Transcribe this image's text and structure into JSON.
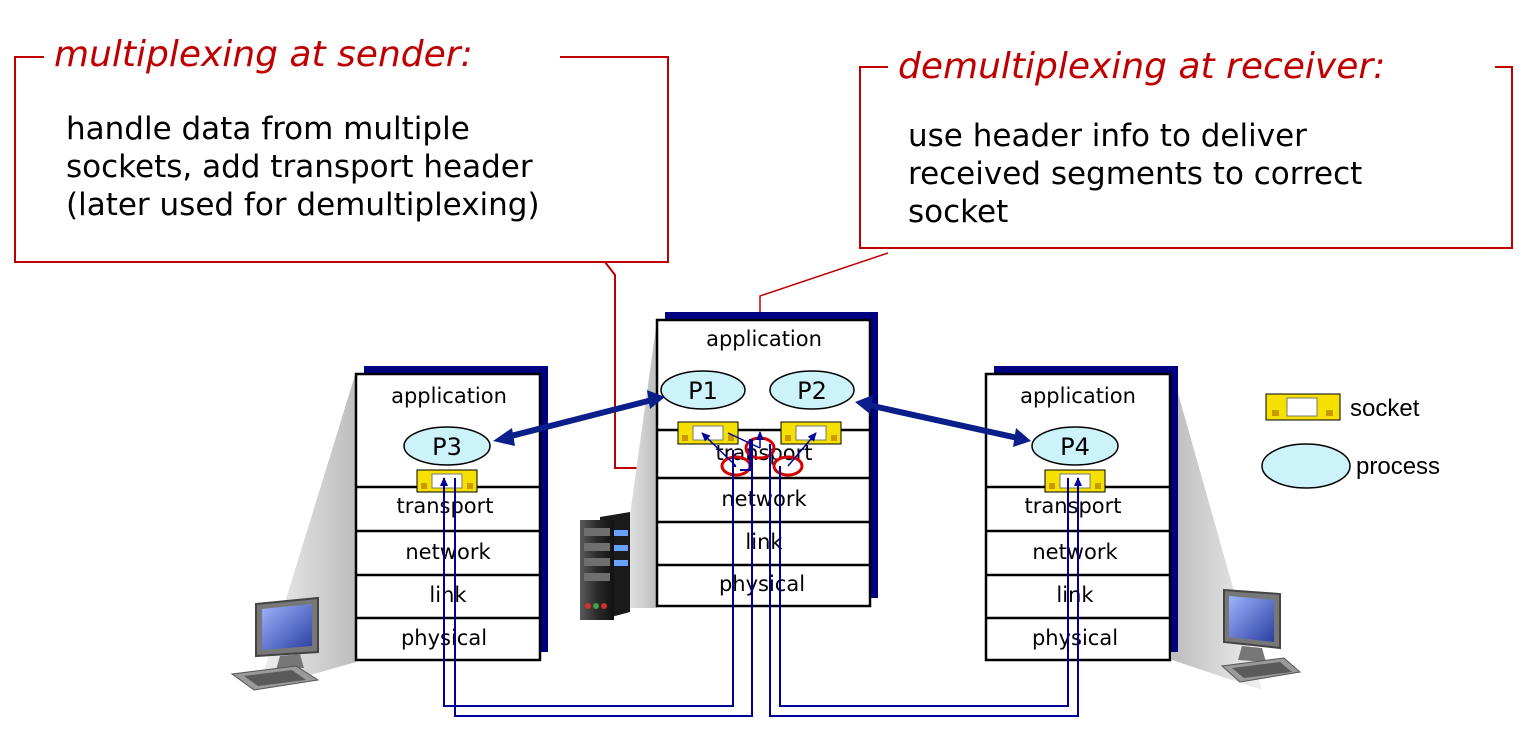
{
  "callouts": {
    "sender": {
      "title": "multiplexing at sender:",
      "lines": [
        "handle data from multiple",
        "sockets, add transport header",
        "(later used for demultiplexing)"
      ]
    },
    "receiver": {
      "title": "demultiplexing at receiver:",
      "lines": [
        "use header info to deliver",
        "received segments to correct",
        "socket"
      ]
    }
  },
  "layers": {
    "application": "application",
    "transport": "transport",
    "network": "network",
    "link": "link",
    "physical": "physical"
  },
  "processes": {
    "p1": "P1",
    "p2": "P2",
    "p3": "P3",
    "p4": "P4"
  },
  "legend": {
    "socket": "socket",
    "process": "process"
  },
  "colors": {
    "callout_red": "#c00000",
    "stack_shadow": "#000080",
    "process_fill": "#ccf2fa",
    "socket_fill": "#f5e000",
    "socket_accent": "#c89a00",
    "link_blue": "#000099",
    "arrow_navy": "#0a1f8a"
  }
}
